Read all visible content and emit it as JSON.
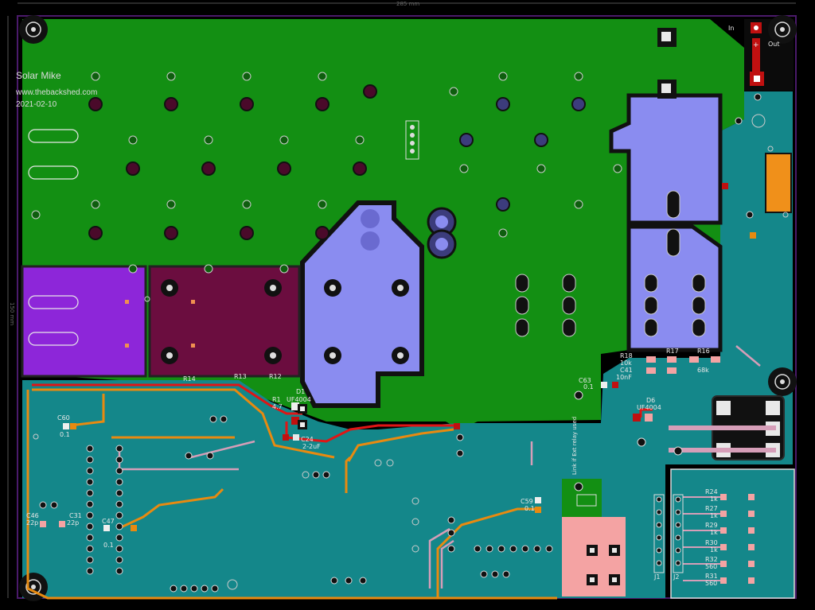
{
  "board": {
    "author": "Solar Mike",
    "website": "www.thebackshed.com",
    "date": "2021-02-10",
    "width_dim": "285 mm",
    "height_dim": "150 mm"
  },
  "connector_labels": {
    "in": "In",
    "out": "Out",
    "plus": "+"
  },
  "note": "Link if Ext relay used",
  "components": {
    "r18": "R18",
    "r18_val": "10k",
    "r17": "R17",
    "r16": "R16",
    "r16_val": "68k",
    "c41": "C41",
    "c41_val": "10nF",
    "c63": "C63",
    "c63_val": "0.1",
    "d6": "D6",
    "d6_val": "UF4004",
    "d1": "D1",
    "d1_val": "UF4004",
    "r1": "R1",
    "r1_val": "4.7",
    "c24": "C24",
    "c24_val": "2-2uF",
    "c60": "C60",
    "c60_val": "0.1",
    "c46": "C46",
    "c46_val": "22p",
    "c31": "C31",
    "c31_val": "22p",
    "c47": "C47",
    "c47_val": "0.1",
    "c59": "C59",
    "c59_val": "0.1",
    "r14": "R14",
    "r13": "R13",
    "r12": "R12",
    "r24": "R24",
    "r24_val": "1k",
    "r27": "R27",
    "r27_val": "1k",
    "r29": "R29",
    "r29_val": "1k",
    "r30": "R30",
    "r30_val": "1k",
    "r32": "R32",
    "r32_val": "560",
    "r31": "R31",
    "r31_val": "560",
    "j1": "J1",
    "j2": "J2"
  },
  "colors": {
    "background": "#000000",
    "ground_fill": "#138f13",
    "logic_fill": "#14878a",
    "pad_purple": "#8a8cf0",
    "cap_violet": "#8d26d9",
    "cap_maroon": "#6b0d3f",
    "trace_orange": "#e88a10",
    "trace_red": "#e01515",
    "trace_pink": "#d69eb8",
    "board_edge": "#4a1a6a",
    "relay_pink": "#f4a3a3",
    "resistor_block": "#5bb3b8"
  }
}
